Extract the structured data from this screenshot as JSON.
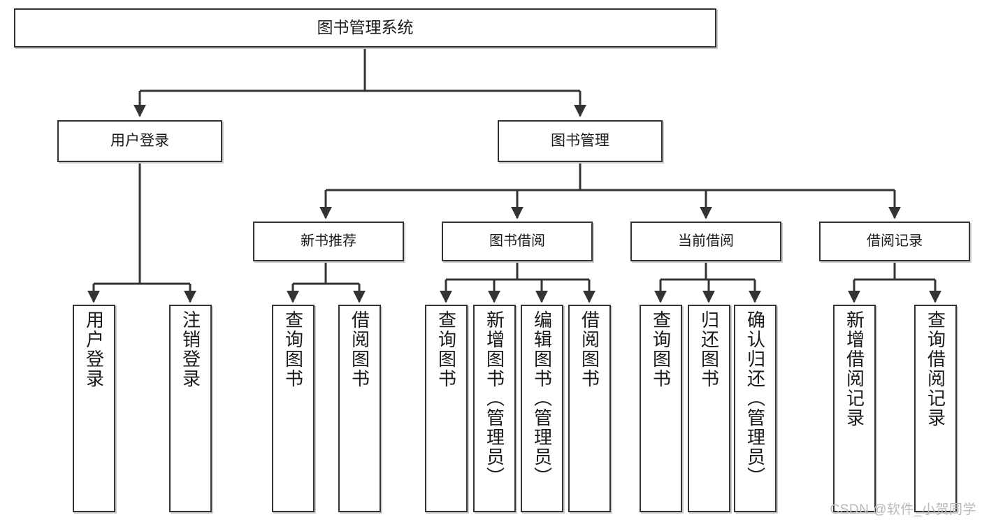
{
  "diagram": {
    "title": "图书管理系统",
    "type": "tree-hierarchy",
    "watermark": "CSDN @软件_小贺同学",
    "colors": {
      "box_border": "#333333",
      "box_fill": "#ffffff",
      "connector": "#333333",
      "text": "#1a1a1a",
      "watermark": "#b9b9b9"
    },
    "nodes": {
      "root": {
        "label": "图书管理系统"
      },
      "tier2": [
        {
          "id": "user-login",
          "label": "用户登录"
        },
        {
          "id": "book-manage",
          "label": "图书管理"
        }
      ],
      "tier3": [
        {
          "id": "new-book-rec",
          "label": "新书推荐"
        },
        {
          "id": "book-borrow",
          "label": "图书借阅"
        },
        {
          "id": "current-borrow",
          "label": "当前借阅"
        },
        {
          "id": "borrow-record",
          "label": "借阅记录"
        }
      ],
      "leaves": {
        "user-login": [
          {
            "id": "leaf-user-login",
            "label": "用户登录"
          },
          {
            "id": "leaf-logout",
            "label": "注销登录"
          }
        ],
        "new-book-rec": [
          {
            "id": "leaf-query-book-1",
            "label": "查询图书"
          },
          {
            "id": "leaf-borrow-book-1",
            "label": "借阅图书"
          }
        ],
        "book-borrow": [
          {
            "id": "leaf-query-book-2",
            "label": "查询图书"
          },
          {
            "id": "leaf-add-book",
            "label": "新增图书（管理员）"
          },
          {
            "id": "leaf-edit-book",
            "label": "编辑图书（管理员）"
          },
          {
            "id": "leaf-borrow-book-2",
            "label": "借阅图书"
          }
        ],
        "current-borrow": [
          {
            "id": "leaf-query-book-3",
            "label": "查询图书"
          },
          {
            "id": "leaf-return-book",
            "label": "归还图书"
          },
          {
            "id": "leaf-confirm-return",
            "label": "确认归还（管理员）"
          }
        ],
        "borrow-record": [
          {
            "id": "leaf-add-record",
            "label": "新增借阅记录"
          },
          {
            "id": "leaf-query-record",
            "label": "查询借阅记录"
          }
        ]
      }
    }
  }
}
